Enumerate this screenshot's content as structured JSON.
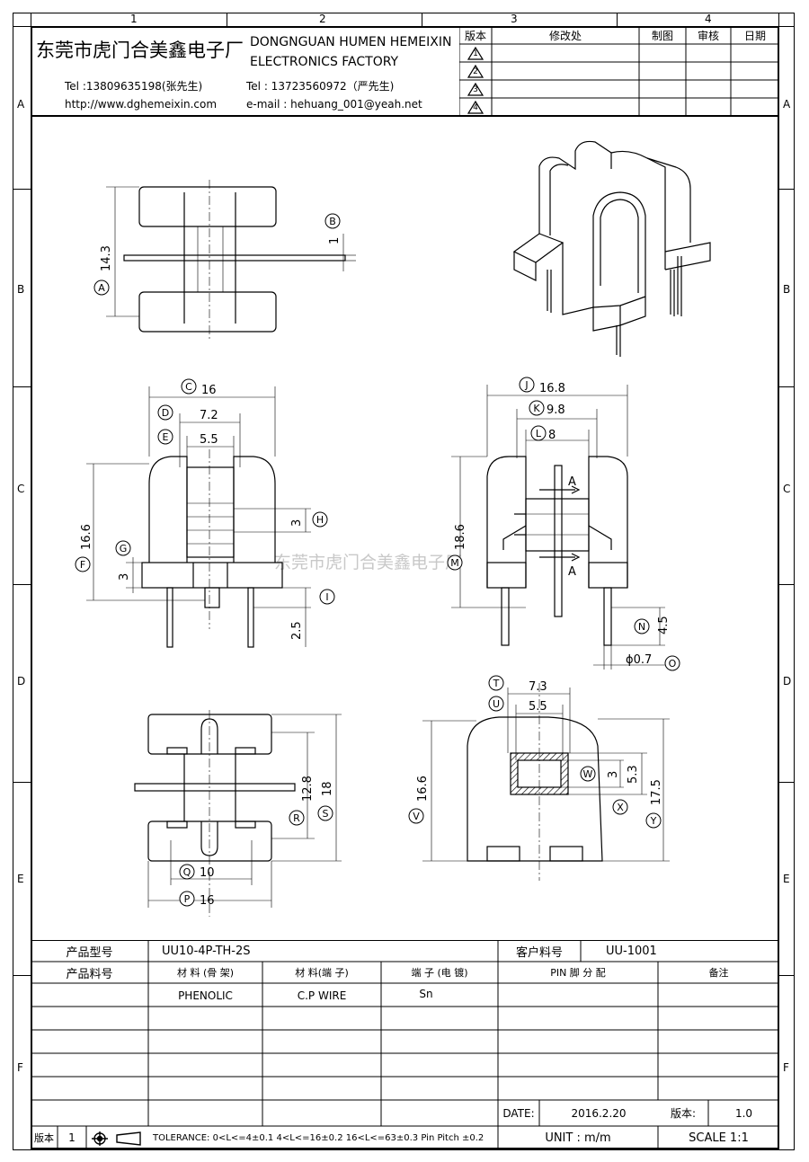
{
  "frame": {
    "columns": [
      "1",
      "2",
      "3",
      "4"
    ],
    "rows": [
      "A",
      "B",
      "C",
      "D",
      "E",
      "F"
    ]
  },
  "header": {
    "company_cn": "东莞市虎门合美鑫电子厂",
    "company_en_line1": "DONGNGUAN HUMEN HEMEIXIN",
    "company_en_line2": "ELECTRONICS FACTORY",
    "tel1": "Tel :13809635198(张先生)",
    "website": "http://www.dghemeixin.com",
    "tel2": "Tel : 13723560972（严先生)",
    "email": "e-mail : hehuang_001@yeah.net"
  },
  "revision_table": {
    "headers": [
      "版本",
      "修改处",
      "制图",
      "审核",
      "日期"
    ],
    "rows": [
      "1",
      "2",
      "3",
      "4"
    ]
  },
  "watermark": "东莞市虎门合美鑫电子厂",
  "drawing": {
    "top_view": {
      "label_A": "A",
      "dim_A": "14.3",
      "label_B": "B",
      "dim_B": "1"
    },
    "front_view": {
      "label_C": "C",
      "dim_C": "16",
      "label_D": "D",
      "dim_D": "7.2",
      "label_E": "E",
      "dim_E": "5.5",
      "label_F": "F",
      "dim_F": "16.6",
      "label_G": "G",
      "dim_G": "3",
      "label_H": "H",
      "dim_H": "3",
      "label_I": "I",
      "dim_I": "2.5"
    },
    "side_view": {
      "label_J": "J",
      "dim_J": "16.8",
      "label_K": "K",
      "dim_K": "9.8",
      "label_L": "L",
      "dim_L": "8",
      "label_M": "M",
      "dim_M": "18.6",
      "label_N": "N",
      "dim_N": "4.5",
      "label_O": "O",
      "dim_O": "ϕ0.7",
      "section_A": "A"
    },
    "bottom_view": {
      "label_P": "P",
      "dim_P": "16",
      "label_Q": "Q",
      "dim_Q": "10",
      "label_R": "R",
      "dim_R": "12.8",
      "label_S": "S",
      "dim_S": "18"
    },
    "section_view": {
      "label_T": "T",
      "dim_T": "7.3",
      "label_U": "U",
      "dim_U": "5.5",
      "label_V": "V",
      "dim_V": "16.6",
      "label_W": "W",
      "dim_W": "3",
      "label_X": "X",
      "dim_X": "5.3",
      "label_Y": "Y",
      "dim_Y": "17.5"
    }
  },
  "title_block": {
    "product_model_label": "产品型号",
    "product_model_value": "UU10-4P-TH-2S",
    "customer_code_label": "客户料号",
    "customer_code_value": "UU-1001",
    "product_code_label": "产品料号",
    "col_material_frame": "材 料 (骨 架)",
    "col_material_pin": "材 料(端 子)",
    "col_pin_plating": "端 子 (电 镀)",
    "col_pin_assign": "PIN 脚 分 配",
    "col_remark": "备注",
    "material_frame": "PHENOLIC",
    "material_pin": "C.P WIRE",
    "pin_plating": "Sn",
    "date_label": "DATE:",
    "date_value": "2016.2.20",
    "version_label": "版本:",
    "version_value": "1.0",
    "unit_text": "UNIT : m/m",
    "scale_text": "SCALE  1:1",
    "rev_label": "版本",
    "rev_value": "1",
    "tolerance": "TOLERANCE: 0<L<=4±0.1  4<L<=16±0.2  16<L<=63±0.3  Pin Pitch  ±0.2"
  }
}
